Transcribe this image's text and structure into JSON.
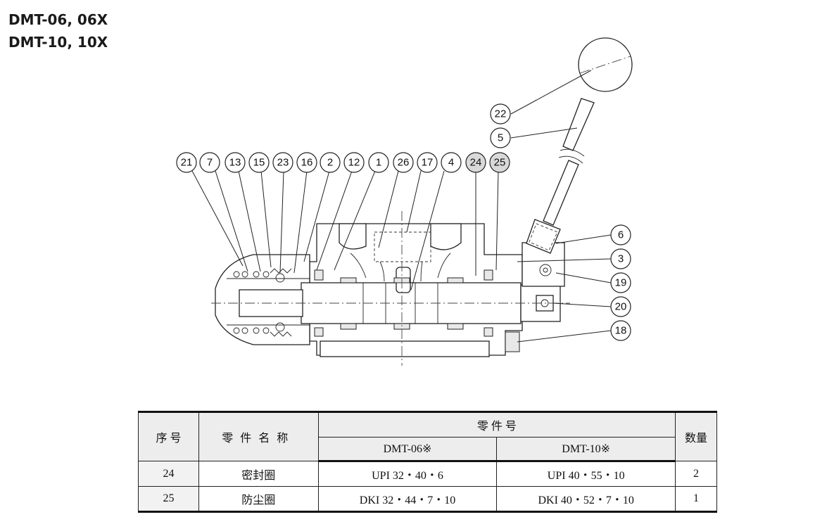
{
  "titles": {
    "line1": "DMT-06, 06X",
    "line2": "DMT-10, 10X"
  },
  "callouts": {
    "c22": "22",
    "c5": "5",
    "c21": "21",
    "c7": "7",
    "c13": "13",
    "c15": "15",
    "c23": "23",
    "c16": "16",
    "c2": "2",
    "c12": "12",
    "c1": "1",
    "c26": "26",
    "c17": "17",
    "c4": "4",
    "c24": "24",
    "c25": "25",
    "c6": "6",
    "c3": "3",
    "c19": "19",
    "c20": "20",
    "c18": "18"
  },
  "table": {
    "headers": {
      "seq": "序 号",
      "part_name": "零件名称",
      "part_no": "零 件 号",
      "model_06": "DMT-06※",
      "model_10": "DMT-10※",
      "qty": "数量"
    },
    "rows": [
      {
        "seq": "24",
        "name": "密封圈",
        "dmt06": "UPI 32・40・6",
        "dmt10": "UPI 40・55・10",
        "qty": "2"
      },
      {
        "seq": "25",
        "name": "防尘圈",
        "dmt06": "DKI 32・44・7・10",
        "dmt10": "DKI 40・52・7・10",
        "qty": "1"
      }
    ]
  }
}
